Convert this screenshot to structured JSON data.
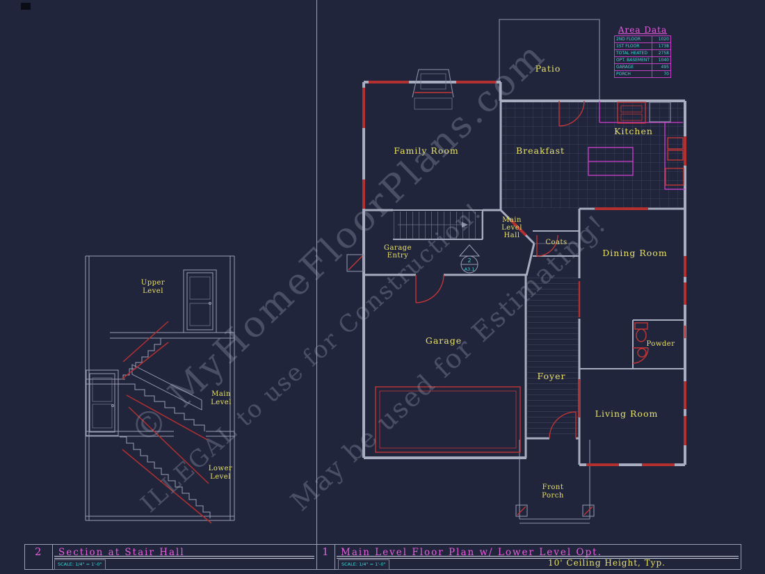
{
  "colors": {
    "background": "#21253c",
    "wall_gray": "#a9adc0",
    "accent_red": "#b23030",
    "accent_magenta": "#cf3fcf",
    "accent_cyan": "#3fd6d6",
    "label_yellow": "#e9e267"
  },
  "watermark": {
    "line1": "© MyHomeFloorPlans.com",
    "line2": "ILLEGAL to use for Construction!",
    "line3": "May be used for Estimating!"
  },
  "area_table": {
    "title": "Area Data",
    "rows": [
      {
        "label": "2ND FLOOR",
        "value": "1020"
      },
      {
        "label": "1ST FLOOR",
        "value": "1738"
      },
      {
        "label": "TOTAL HEATED",
        "value": "2758"
      },
      {
        "label": "OPT. BASEMENT",
        "value": "1040"
      },
      {
        "label": "GARAGE",
        "value": "495"
      },
      {
        "label": "PORCH",
        "value": "70"
      }
    ]
  },
  "floor_plan": {
    "rooms": {
      "patio": "Patio",
      "family_room": "Family Room",
      "breakfast": "Breakfast",
      "kitchen": "Kitchen",
      "hall_1": "Main",
      "hall_2": "Level",
      "hall_3": "Hall",
      "coats": "Coats",
      "dining_room": "Dining Room",
      "garage_entry_1": "Garage",
      "garage_entry_2": "Entry",
      "garage": "Garage",
      "foyer": "Foyer",
      "powder": "Powder",
      "living_room": "Living Room",
      "porch_1": "Front",
      "porch_2": "Porch"
    },
    "marker": {
      "number": "2",
      "sheet": "A3.1"
    }
  },
  "section": {
    "labels": {
      "upper_1": "Upper",
      "upper_2": "Level",
      "main_1": "Main",
      "main_2": "Level",
      "lower_1": "Lower",
      "lower_2": "Level"
    }
  },
  "titles": {
    "left": {
      "number": "2",
      "title": "Section at Stair Hall",
      "scale": "SCALE: 1/4\" = 1'-0\""
    },
    "right": {
      "number": "1",
      "title": "Main Level Floor Plan w/ Lower Level Opt.",
      "scale": "SCALE: 1/4\" = 1'-0\"",
      "note": "10' Ceiling Height, Typ."
    }
  }
}
